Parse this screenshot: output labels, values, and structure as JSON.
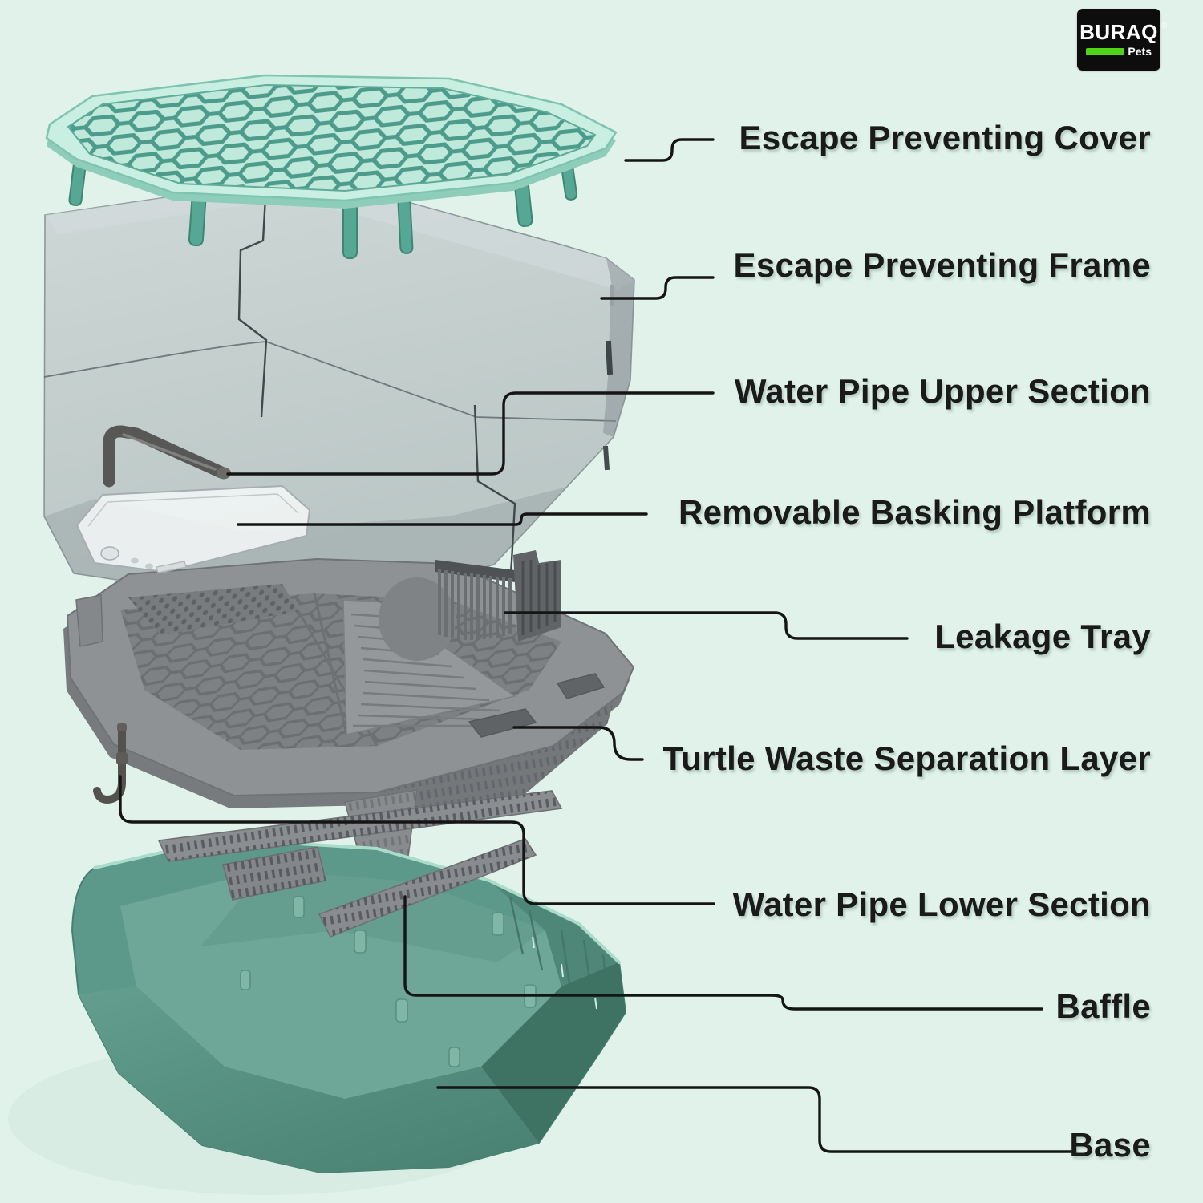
{
  "brand": {
    "name": "BURAQ",
    "registered": "®",
    "tagline": "Pets",
    "bar_color": "#4fd41a"
  },
  "labels": [
    {
      "id": "escape-preventing-cover",
      "text": "Escape Preventing Cover"
    },
    {
      "id": "escape-preventing-frame",
      "text": "Escape Preventing Frame"
    },
    {
      "id": "water-pipe-upper-section",
      "text": "Water Pipe Upper Section"
    },
    {
      "id": "removable-basking-platform",
      "text": "Removable Basking Platform"
    },
    {
      "id": "leakage-tray",
      "text": "Leakage Tray"
    },
    {
      "id": "turtle-waste-separation-layer",
      "text": "Turtle Waste Separation Layer"
    },
    {
      "id": "water-pipe-lower-section",
      "text": "Water Pipe Lower Section"
    },
    {
      "id": "baffle",
      "text": "Baffle"
    },
    {
      "id": "base",
      "text": "Base"
    }
  ],
  "colors": {
    "background": "#e1f2ea",
    "cover_mint": "#bfe9db",
    "cover_grid": "#4d9c8b",
    "frame_translucent_grey": "#aab1b5",
    "tray_grey": "#8e9294",
    "base_green": "#5d998a",
    "pipe_dark_grey": "#575755",
    "leader_line": "#151515",
    "label_text": "#1a1a1a"
  }
}
